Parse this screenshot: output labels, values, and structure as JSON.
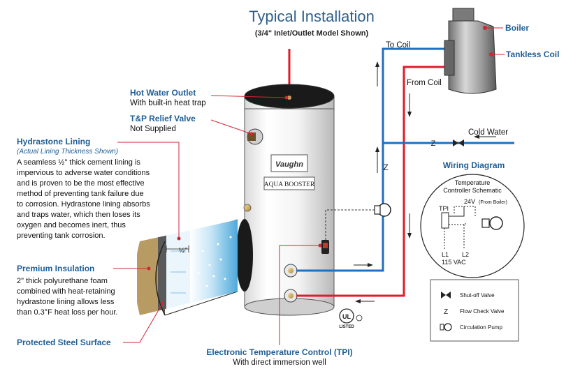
{
  "title": "Typical Installation",
  "subtitle": "(3/4\" Inlet/Outlet Model Shown)",
  "labels": {
    "boiler": "Boiler",
    "tankless_coil": "Tankless Coil",
    "to_coil": "To Coil",
    "from_coil": "From Coil",
    "cold_water": "Cold Water",
    "hot_water_outlet": "Hot Water Outlet",
    "hot_water_outlet_note": "With built-in heat trap",
    "tp_relief_valve": "T&P Relief Valve",
    "tp_relief_note": "Not Supplied",
    "hydrastone_lining": "Hydrastone Lining",
    "hydrastone_note": "(Actual Lining Thickness Shown)",
    "hydrastone_desc": [
      "A seamless ½\" thick cement lining is",
      "impervious to adverse water conditions",
      "and is proven to be the most effective",
      "method of preventing tank failure due",
      "to corrosion. Hydrastone lining absorbs",
      "and traps water, which then loses its",
      "oxygen and becomes inert, thus",
      "preventing tank corrosion."
    ],
    "premium_insulation": "Premium Insulation",
    "insulation_desc": [
      "2\" thick polyurethane foam",
      "combined with heat-retaining",
      "hydrastone lining allows less",
      "than 0.3°F heat loss per hour."
    ],
    "protected_steel": "Protected Steel Surface",
    "half_inch": "½\"",
    "etc": "Electronic Temperature Control (TPI)",
    "etc_note": "With direct immersion well",
    "brand": "Vaughn",
    "aqua_booster": "AQUA BOOSTER",
    "ul": "UL",
    "listed": "LISTED"
  },
  "wiring": {
    "title": "Wiring Diagram",
    "schematic_1": "Temperature",
    "schematic_2": "Controller Schematic",
    "tpi": "TPI",
    "v24": "24V",
    "from_boiler": "(From Boiler)",
    "l1": "L1",
    "l2": "L2",
    "vac": "115 VAC"
  },
  "legend": {
    "shutoff": "Shut-off Valve",
    "flowcheck": "Flow Check Valve",
    "pump": "Circulation Pump"
  },
  "colors": {
    "accent_blue": "#1f5e96",
    "hot_red": "#e01b2a",
    "cold_blue": "#1d6fc2",
    "callout_red": "#d22630"
  }
}
